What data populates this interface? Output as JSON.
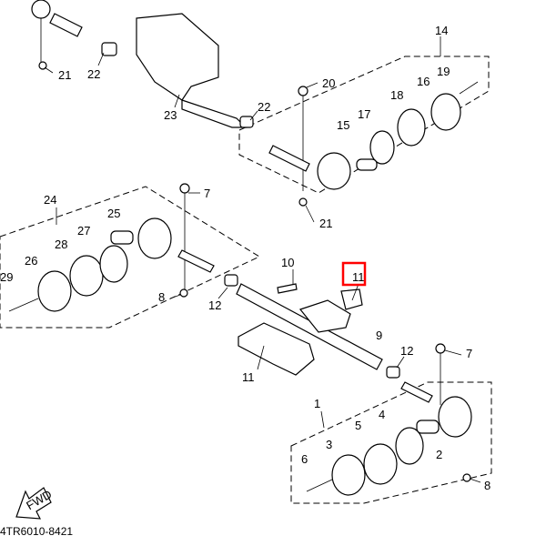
{
  "diagram": {
    "code": "4TR6010-8421",
    "fwd_label": "FWD",
    "highlight_color": "#ff0000",
    "callouts": [
      "21",
      "22",
      "23",
      "22",
      "20",
      "14",
      "19",
      "18",
      "16",
      "17",
      "15",
      "21",
      "7",
      "24",
      "25",
      "27",
      "28",
      "26",
      "29",
      "8",
      "10",
      "11",
      "12",
      "9",
      "11",
      "12",
      "7",
      "1",
      "5",
      "4",
      "3",
      "2",
      "6",
      "8"
    ]
  }
}
